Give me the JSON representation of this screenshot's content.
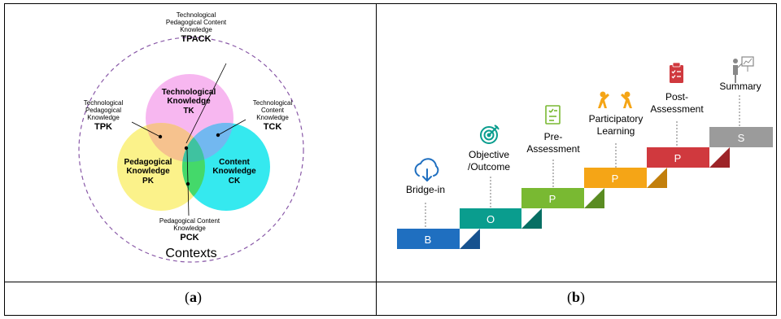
{
  "panel_a": {
    "caption_open": "(",
    "caption_letter": "a",
    "caption_close": ")",
    "tpack_line1": "Technological",
    "tpack_line2": "Pedagogical Content",
    "tpack_line3": "Knowledge",
    "tpack_abbr": "TPACK",
    "tk_line1": "Technological",
    "tk_line2": "Knowledge",
    "tk_abbr": "TK",
    "tpk_line1": "Technological",
    "tpk_line2": "Pedagogical",
    "tpk_line3": "Knowledge",
    "tpk_abbr": "TPK",
    "tck_line1": "Technological",
    "tck_line2": "Content",
    "tck_line3": "Knowledge",
    "tck_abbr": "TCK",
    "pk_line1": "Pedagogical",
    "pk_line2": "Knowledge",
    "pk_abbr": "PK",
    "ck_line1": "Content",
    "ck_line2": "Knowledge",
    "ck_abbr": "CK",
    "pck_line1": "Pedagogical Content",
    "pck_line2": "Knowledge",
    "pck_abbr": "PCK",
    "contexts": "Contexts",
    "colors": {
      "tk": "#f7b7f0",
      "pk": "#fbf28a",
      "ck": "#35e9ef",
      "tpk": "#f6c28e",
      "tck": "#72b8f0",
      "pck": "#44d96a",
      "center": "#3fc2a0",
      "contexts_ring": "#8a5aa8"
    }
  },
  "panel_b": {
    "caption_open": "(",
    "caption_letter": "b",
    "caption_close": ")",
    "steps": [
      {
        "letter": "B",
        "label_lines": [
          "Bridge-in"
        ],
        "color": "#1f6fc0",
        "icon": "cloud-download-icon"
      },
      {
        "letter": "O",
        "label_lines": [
          "Objective",
          "/Outcome"
        ],
        "color": "#0a9d8e",
        "icon": "target-icon"
      },
      {
        "letter": "P",
        "label_lines": [
          "Pre-",
          "Assessment"
        ],
        "color": "#79b932",
        "icon": "checklist-icon"
      },
      {
        "letter": "P",
        "label_lines": [
          "Participatory",
          "Learning"
        ],
        "color": "#f5a516",
        "icon": "people-icon"
      },
      {
        "letter": "P",
        "label_lines": [
          "Post-",
          "Assessment"
        ],
        "color": "#d0393e",
        "icon": "clipboard-icon"
      },
      {
        "letter": "S",
        "label_lines": [
          "Summary"
        ],
        "color": "#9b9b9b",
        "icon": "presentation-icon"
      }
    ]
  }
}
